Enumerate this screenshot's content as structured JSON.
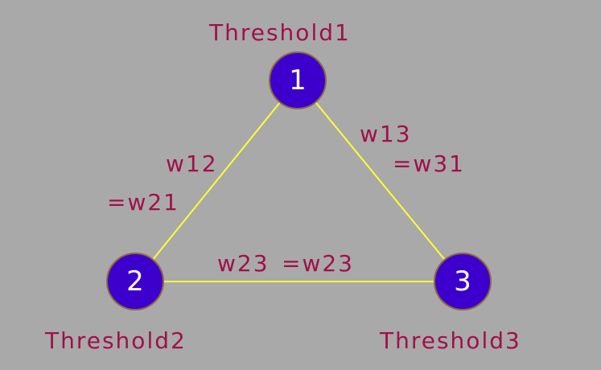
{
  "colors": {
    "background": "#a9a9a9",
    "node_fill": "#3d00cc",
    "node_border": "#8b6a3a",
    "node_text": "#ffffff",
    "label_text": "#a0104a",
    "edge": "#ffff33"
  },
  "nodes": [
    {
      "number": "1",
      "threshold_label": "Threshold1"
    },
    {
      "number": "2",
      "threshold_label": "Threshold2"
    },
    {
      "number": "3",
      "threshold_label": "Threshold3"
    }
  ],
  "edges": {
    "e12": {
      "from": "1",
      "to": "2",
      "label_line1": "w12",
      "label_line2": "=w21"
    },
    "e13": {
      "from": "1",
      "to": "3",
      "label_line1": "w13",
      "label_line2": "=w31"
    },
    "e23": {
      "from": "2",
      "to": "3",
      "label_line1": "w23",
      "label_line2": "=w23"
    }
  }
}
